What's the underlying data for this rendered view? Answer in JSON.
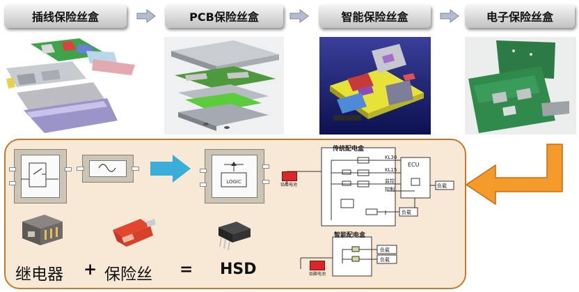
{
  "top_row": {
    "stages": [
      {
        "label": "插线保险丝盒"
      },
      {
        "label": "PCB保险丝盒"
      },
      {
        "label": "智能保险丝盒"
      },
      {
        "label": "电子保险丝盒"
      }
    ]
  },
  "symbols": {
    "logic_label": "LOGIC"
  },
  "equation": {
    "relay": "继电器",
    "plus": "+",
    "fuse": "保险丝",
    "equals": "=",
    "result": "HSD"
  },
  "traditional_diagram": {
    "title": "传统配电盒",
    "labels": [
      "KL30",
      "KL15",
      "ECU",
      "负载",
      "负载",
      "监控",
      "控制"
    ],
    "battery_label": "铅酸电池"
  },
  "smart_diagram": {
    "title": "智能配电盒",
    "loads": [
      "负载",
      "负载"
    ],
    "battery_label": "铅酸电池"
  },
  "colors": {
    "box_border": "#c27a2a",
    "box_fill": "#f8e9d6",
    "blue_arrow": "#3aaed8",
    "orange_arrow": "#f39a2b",
    "battery_red": "#d8262b"
  }
}
